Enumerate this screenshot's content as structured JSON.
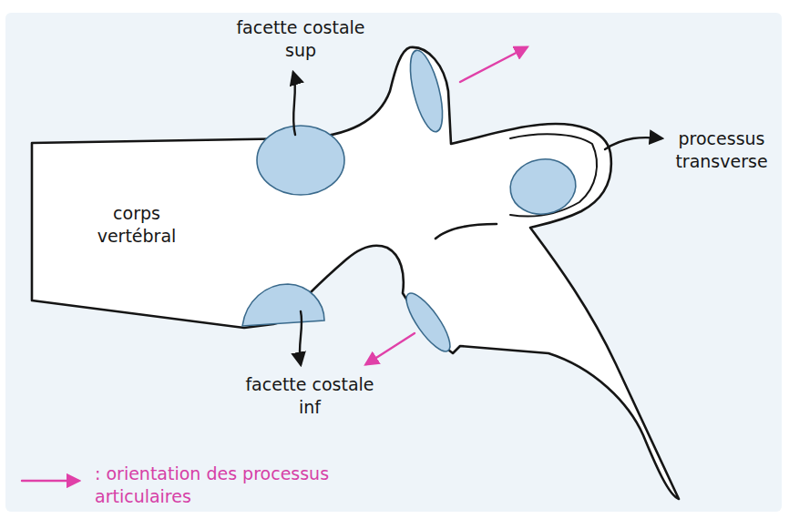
{
  "diagram": {
    "labels": [
      "facette costale sup",
      "processus transverse",
      "corps vertébral",
      "facette costale inf"
    ],
    "legend": [
      {
        "text": ": orientation des processus articulaires"
      }
    ]
  }
}
